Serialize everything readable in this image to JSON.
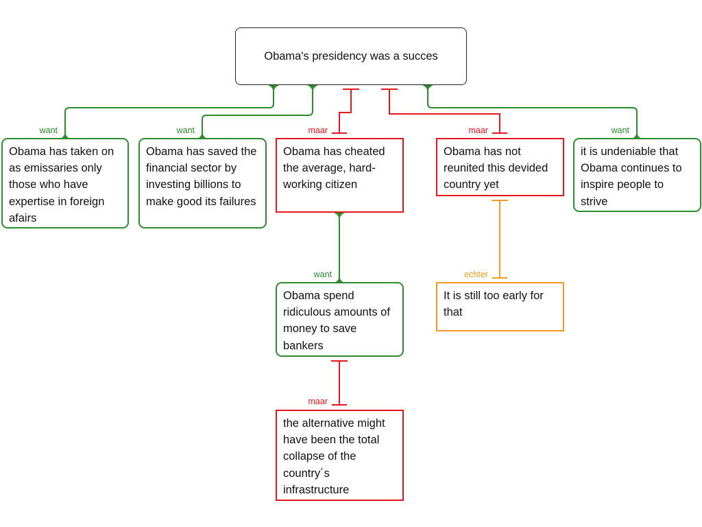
{
  "colors": {
    "support": "#2e8b2e",
    "objection": "#e8151b",
    "rebuttal": "#f39a22"
  },
  "root": {
    "text": "Obama's presidency was a succes"
  },
  "nodes": {
    "n1": {
      "text": "Obama has taken on as emissaries only those who have expertise in foreign afairs",
      "label": "want"
    },
    "n2": {
      "text": "Obama has saved the financial sector by investing billions to make good its failures",
      "label": "want"
    },
    "n3": {
      "text": "Obama has cheated the average, hard-working citizen",
      "label": "maar"
    },
    "n4": {
      "text": "Obama has not reunited this devided country yet",
      "label": "maar"
    },
    "n5": {
      "text": "it is undeniable that Obama continues to inspire people to strive",
      "label": "want"
    },
    "n6": {
      "text": "Obama spend ridiculous amounts of money to save bankers",
      "label": "want"
    },
    "n7": {
      "text": "It is still too early for that",
      "label": "echter"
    },
    "n8": {
      "text": "the alternative might have been the total collapse of the country´s infrastructure",
      "label": "maar"
    }
  }
}
